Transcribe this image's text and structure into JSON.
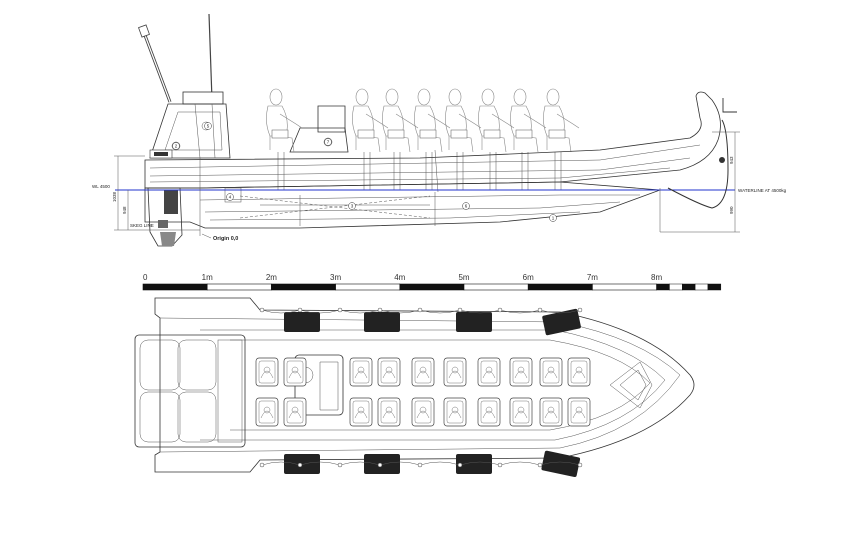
{
  "side_view": {
    "waterline_label": "WATERLINE AT 4500kg",
    "origin_label": "Origin 0,0",
    "wl_label": "WL 4500",
    "skeg_label": "SKEG LINE",
    "dims": [
      "1038",
      "948",
      "990",
      "943"
    ],
    "callouts": [
      "1",
      "2",
      "3",
      "4",
      "5",
      "6",
      "7"
    ],
    "waterline_color": "#2233cc"
  },
  "scale_bar": {
    "ticks": [
      "0",
      "1m",
      "2m",
      "3m",
      "4m",
      "5m",
      "6m",
      "7m",
      "8m"
    ]
  },
  "plan_view": {
    "seat_rows": 2,
    "seats_per_row": 10,
    "pads_per_side": 4
  }
}
